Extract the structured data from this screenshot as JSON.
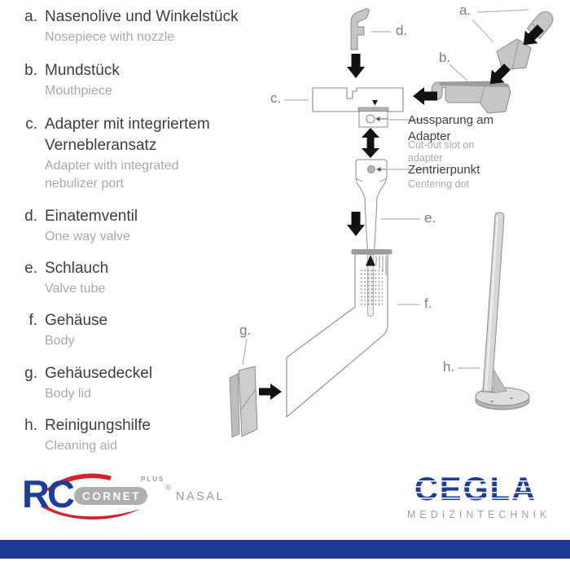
{
  "parts_list": {
    "items": [
      {
        "letter": "a.",
        "de": "Nasenolive und Winkelstück",
        "en": "Nosepiece with nozzle"
      },
      {
        "letter": "b.",
        "de": "Mundstück",
        "en": "Mouthpiece"
      },
      {
        "letter": "c.",
        "de": "Adapter mit integriertem Vernebleransatz",
        "en": "Adapter with integrated nebulizer port"
      },
      {
        "letter": "d.",
        "de": "Einatemventil",
        "en": "One way valve"
      },
      {
        "letter": "e.",
        "de": "Schlauch",
        "en": "Valve tube"
      },
      {
        "letter": "f.",
        "de": "Gehäuse",
        "en": "Body"
      },
      {
        "letter": "g.",
        "de": "Gehäusedeckel",
        "en": "Body lid"
      },
      {
        "letter": "h.",
        "de": "Reinigungshilfe",
        "en": "Cleaning aid"
      }
    ]
  },
  "diagram": {
    "labels": {
      "a": "a.",
      "b": "b.",
      "c": "c.",
      "d": "d.",
      "e": "e.",
      "f": "f.",
      "g": "g.",
      "h": "h."
    },
    "annotations": {
      "cutout": {
        "de": "Aussparung am Adapter",
        "en": "Cut-out slot on adapter"
      },
      "centering": {
        "de": "Zentrierpunkt",
        "en": "Centering dot"
      }
    }
  },
  "branding": {
    "rc_logo": {
      "rc": "RC",
      "plus": "PLUS",
      "cornet": "CORNET",
      "registered": "®",
      "nasal": "NASAL"
    },
    "cegla_logo": {
      "name": "CEGLA",
      "subtitle": "MEDIZINTECHNIK"
    }
  },
  "colors": {
    "brand_blue": "#1d3e97",
    "brand_red": "#d2232e",
    "footer_bar_blue": "#1e3c96",
    "text_dark": "#3d3d3d",
    "text_muted": "#a8a8a8",
    "part_fill": "#c6c6c6",
    "part_stroke": "#8a8a8a"
  }
}
